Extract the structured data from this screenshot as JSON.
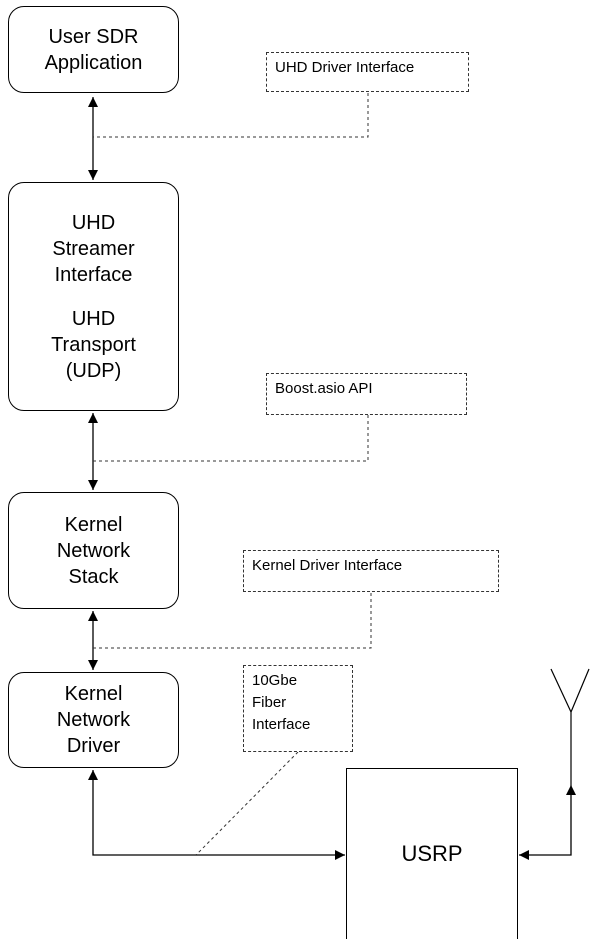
{
  "blocks": {
    "user_app": [
      "User SDR",
      "Application"
    ],
    "uhd_stack": [
      "UHD",
      "Streamer",
      "Interface",
      "",
      "UHD",
      "Transport",
      "(UDP)"
    ],
    "kernel_net_stack": [
      "Kernel",
      "Network",
      "Stack"
    ],
    "kernel_net_driver": [
      "Kernel",
      "Network",
      "Driver"
    ],
    "usrp": "USRP"
  },
  "interfaces": {
    "uhd_driver": "UHD Driver Interface",
    "boost_asio": "Boost.asio API",
    "kernel_driver": "Kernel Driver Interface",
    "fiber": [
      "10Gbe",
      "Fiber",
      "Interface"
    ]
  },
  "icons": [
    "antenna-icon"
  ]
}
